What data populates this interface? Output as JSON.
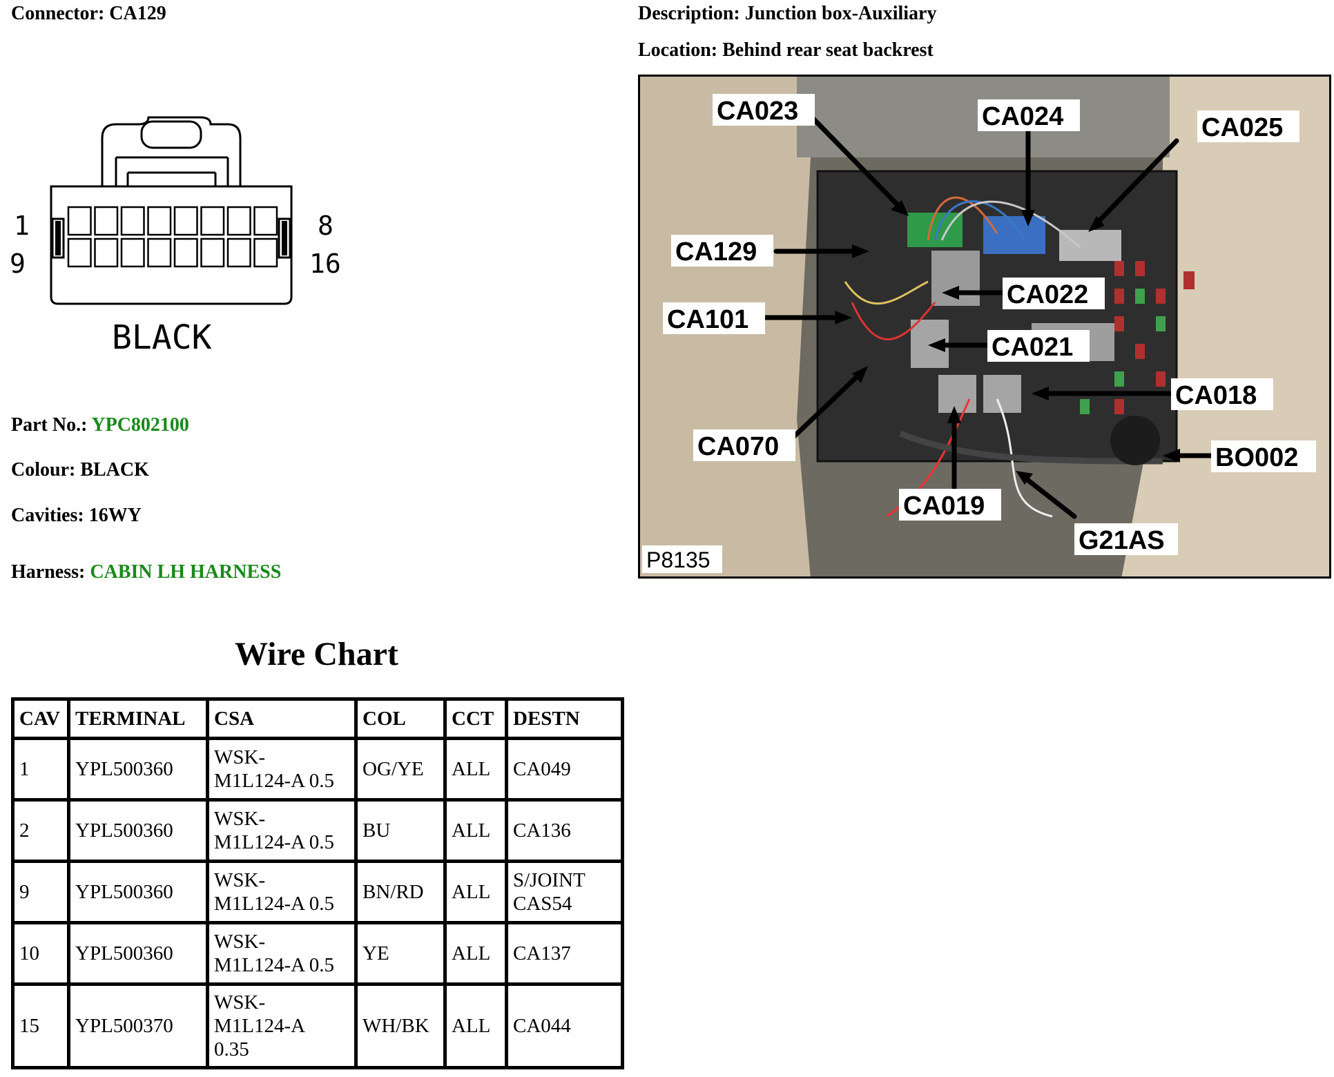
{
  "connector": {
    "label": "Connector: CA129",
    "pin_top_left": "1",
    "pin_top_right": "8",
    "pin_bottom_left": "9",
    "pin_bottom_right": "16",
    "colour_caption": "BLACK"
  },
  "description": "Description: Junction box-Auxiliary",
  "location": "Location: Behind rear seat backrest",
  "part": {
    "label": "Part No.:",
    "value": "YPC802100"
  },
  "colour": {
    "label": "Colour:",
    "value": "BLACK"
  },
  "cavities": {
    "label": "Cavities:",
    "value": "16WY"
  },
  "harness": {
    "label": "Harness:",
    "value": "CABIN LH HARNESS"
  },
  "photo": {
    "ref": "P8135",
    "callouts": [
      "CA023",
      "CA024",
      "CA025",
      "CA129",
      "CA022",
      "CA101",
      "CA021",
      "CA018",
      "CA070",
      "BO002",
      "CA019",
      "G21AS"
    ]
  },
  "wire_chart": {
    "title": "Wire Chart",
    "headers": [
      "CAV",
      "TERMINAL",
      "CSA",
      "COL",
      "CCT",
      "DESTN"
    ],
    "rows": [
      {
        "cav": "1",
        "terminal": "YPL500360",
        "csa": [
          "WSK-",
          "M1L124-A 0.5"
        ],
        "col": "OG/YE",
        "cct": "ALL",
        "destn": [
          "CA049"
        ]
      },
      {
        "cav": "2",
        "terminal": "YPL500360",
        "csa": [
          "WSK-",
          "M1L124-A 0.5"
        ],
        "col": "BU",
        "cct": "ALL",
        "destn": [
          "CA136"
        ]
      },
      {
        "cav": "9",
        "terminal": "YPL500360",
        "csa": [
          "WSK-",
          "M1L124-A 0.5"
        ],
        "col": "BN/RD",
        "cct": "ALL",
        "destn": [
          "S/JOINT",
          "CAS54"
        ]
      },
      {
        "cav": "10",
        "terminal": "YPL500360",
        "csa": [
          "WSK-",
          "M1L124-A 0.5"
        ],
        "col": "YE",
        "cct": "ALL",
        "destn": [
          "CA137"
        ]
      },
      {
        "cav": "15",
        "terminal": "YPL500370",
        "csa": [
          "WSK-",
          "M1L124-A",
          "0.35"
        ],
        "col": "WH/BK",
        "cct": "ALL",
        "destn": [
          "CA044"
        ]
      }
    ]
  },
  "colors": {
    "link_green": "#1a8a1a",
    "photo_bg": "#6d6a62",
    "callout_bg": "#ffffff"
  }
}
